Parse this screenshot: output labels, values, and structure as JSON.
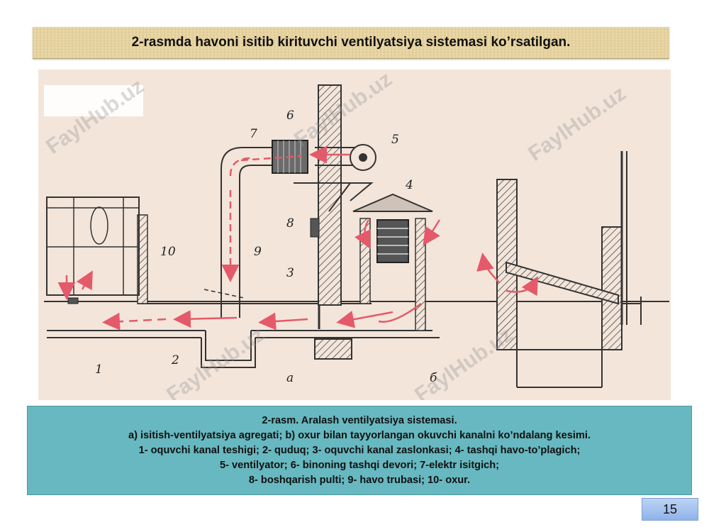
{
  "title": "2-rasmda havoni isitib kirituvchi ventilyatsiya sistemasi ko’rsatilgan.",
  "figure": {
    "part_labels": [
      "a",
      "б"
    ],
    "numbers": [
      "1",
      "2",
      "3",
      "4",
      "5",
      "6",
      "7",
      "8",
      "9",
      "10"
    ],
    "watermark": "FaylHub.uz"
  },
  "caption": {
    "lines": [
      "2-rasm. Aralash ventilyatsiya sistemasi.",
      "a) isitish-ventilyatsiya agregati; b) oxur bilan tayyorlangan okuvchi kanalni ko’ndalang kesimi.",
      "1- oquvchi kanal teshigi; 2- quduq; 3- oquvchi kanal zaslonkasi; 4- tashqi havo-to’plagich;",
      "5- ventilyator; 6- binoning tashqi devori; 7-elektr isitgich;",
      "8- boshqarish pulti; 9- havo trubasi; 10- oxur."
    ]
  },
  "page_number": "15",
  "colors": {
    "title_bg": "#e9d7a6",
    "caption_bg": "#67b8c0",
    "figure_bg": "#f3e5da",
    "arrow": "#e45a6a",
    "page_box": "#a9c6f0"
  }
}
